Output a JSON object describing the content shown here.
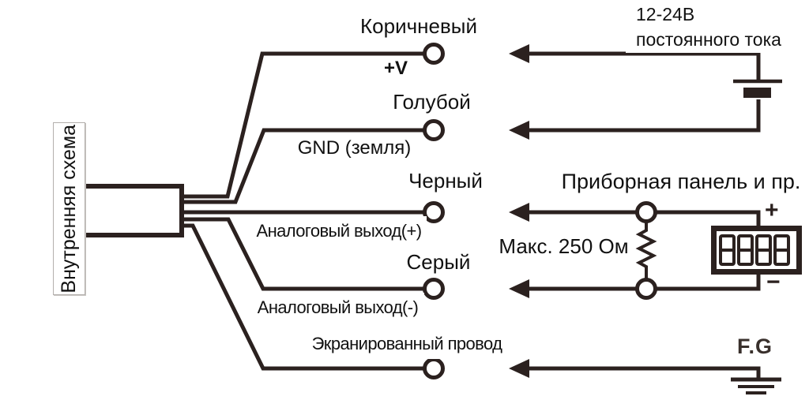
{
  "diagram": {
    "device": {
      "internal_circuit_label": "Внутренняя схема"
    },
    "wires": {
      "brown": {
        "color_label": "Коричневый",
        "signal_label": "+V"
      },
      "blue": {
        "color_label": "Голубой",
        "signal_label": "GND (земля)"
      },
      "black": {
        "color_label": "Черный",
        "signal_label": "Аналоговый выход(+)"
      },
      "gray": {
        "color_label": "Серый",
        "signal_label": "Аналоговый выход(-)"
      },
      "shield": {
        "color_label": "Экранированный провод"
      }
    },
    "power_supply": {
      "line1": "12-24В",
      "line2": "постоянного тока"
    },
    "load": {
      "max_resistance_label": "Макс. 250 Ом"
    },
    "panel": {
      "title": "Приборная панель и пр.",
      "plus": "+",
      "minus": "−"
    },
    "ground": {
      "label": "F.G"
    },
    "colors": {
      "line": "#2b211f",
      "text": "#111111",
      "label_background": "#ffffff"
    }
  }
}
